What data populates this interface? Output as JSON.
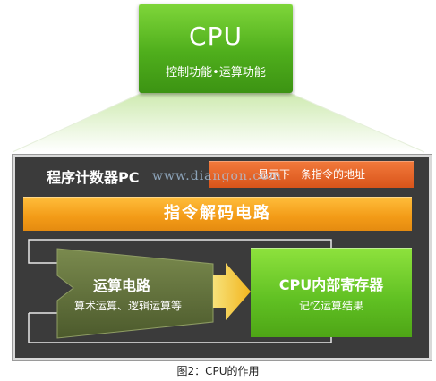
{
  "cpu": {
    "title": "CPU",
    "subtitle": "控制功能•运算功能"
  },
  "panel": {
    "pc_label": "程序计数器PC",
    "pc_desc": "显示下一条指令的地址",
    "decoder": "指令解码电路",
    "alu": {
      "title": "运算电路",
      "subtitle": "算术运算、逻辑运算等"
    },
    "registers": {
      "title": "CPU内部寄存器",
      "subtitle": "记忆运算结果"
    }
  },
  "watermark": "www.diangon.com",
  "caption": "图2：CPU的作用",
  "colors": {
    "cpu_green": "#4fae1c",
    "panel_dark": "#3b3b3b",
    "pc_orange": "#d9541a",
    "decoder_orange": "#f39b17",
    "alu_olive": "#5f6e3a",
    "register_green": "#5fbf22",
    "arrow_yellow": "#f2c63c"
  }
}
